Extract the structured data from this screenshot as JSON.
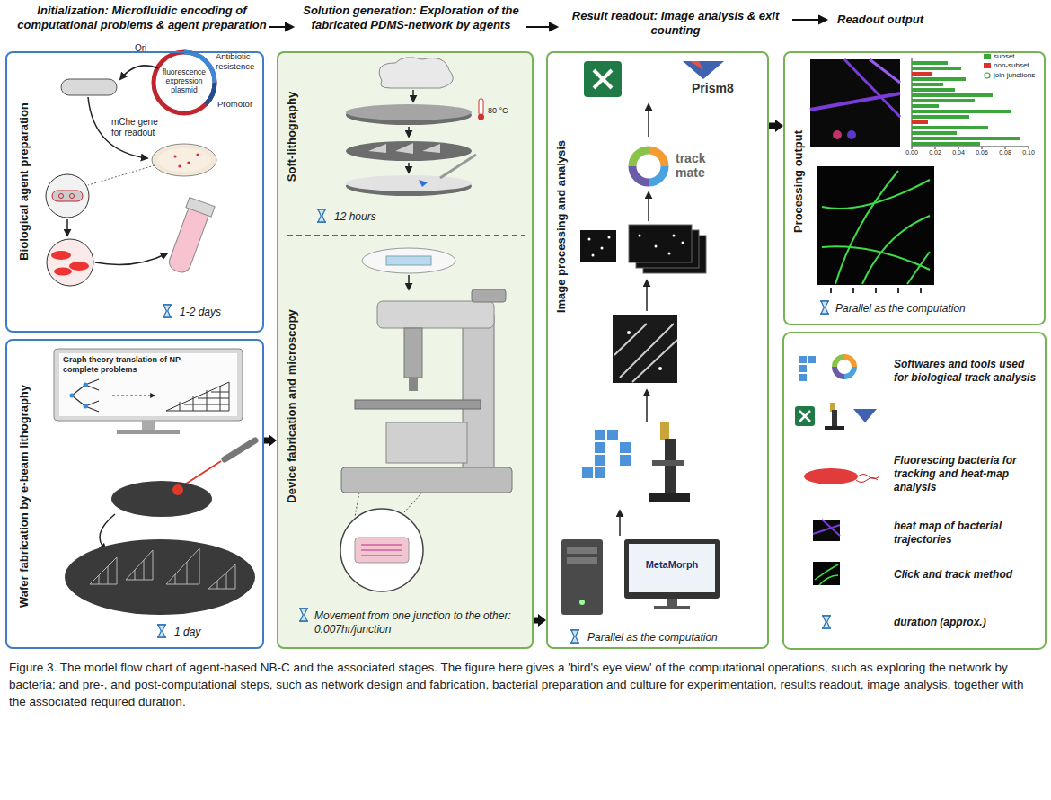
{
  "diagram": {
    "caption": "Figure 3. The model flow chart of agent-based NB-C and the associated stages. The figure here gives a 'bird's eye view' of the computational operations, such as exploring the network by bacteria; and pre-, and post-computational steps, such as network design and fabrication, bacterial preparation and culture for experimentation, results readout, image analysis, together with the associated required duration.",
    "nodes": [
      {
        "text": [
          "Biological agent preparation",
          "1-2 days"
        ]
      },
      {
        "text": [
          "Wafer fabrication by e-beam lithography",
          "1 day"
        ]
      },
      {
        "text": [
          "Soft-lithography",
          "12 hours",
          "Device fabrication and microscopy",
          "Movement from one junction to the other: 0.007hr/junction"
        ]
      },
      {
        "text": [
          "Image processing and analysis",
          "Parallel as the computation"
        ]
      },
      {
        "text": [
          "Processing output",
          "Parallel as the computation"
        ]
      }
    ],
    "edges": [
      {
        "from": 1,
        "to": 2,
        "arrow": "to"
      },
      {
        "from": 2,
        "to": 3,
        "arrow": "to"
      },
      {
        "from": 3,
        "to": 4,
        "arrow": "to"
      }
    ],
    "labels": [
      "Initialization: Microfluidic encoding of computational problems & agent preparation",
      "Solution generation: Exploration of the fabricated PDMS-network by agents",
      "Result readout: Image analysis & exit counting",
      "Readout output",
      "Ori",
      "Antibiotic resistence",
      "fluorescence expression plasmid",
      "Promotor",
      "mChe gene for readout",
      "Graph theory translation of NP-complete problems",
      "80 °C",
      "Prism8",
      "track mate",
      "MetaMorph",
      "0.00",
      "0.02",
      "0.04",
      "0.06",
      "0.08",
      "0.10"
    ],
    "legend": [
      {
        "text": "subset",
        "color": "#3aa53a"
      },
      {
        "text": "non-subset",
        "color": "#d9342b"
      },
      {
        "text": "join junctions"
      },
      {
        "text": "Softwares and tools used for biological track analysis"
      },
      {
        "text": "Fluorescing bacteria for tracking and heat-map analysis"
      },
      {
        "text": "heat map of bacterial trajectories"
      },
      {
        "text": "Click and track method"
      },
      {
        "text": "duration (approx.)"
      }
    ]
  }
}
